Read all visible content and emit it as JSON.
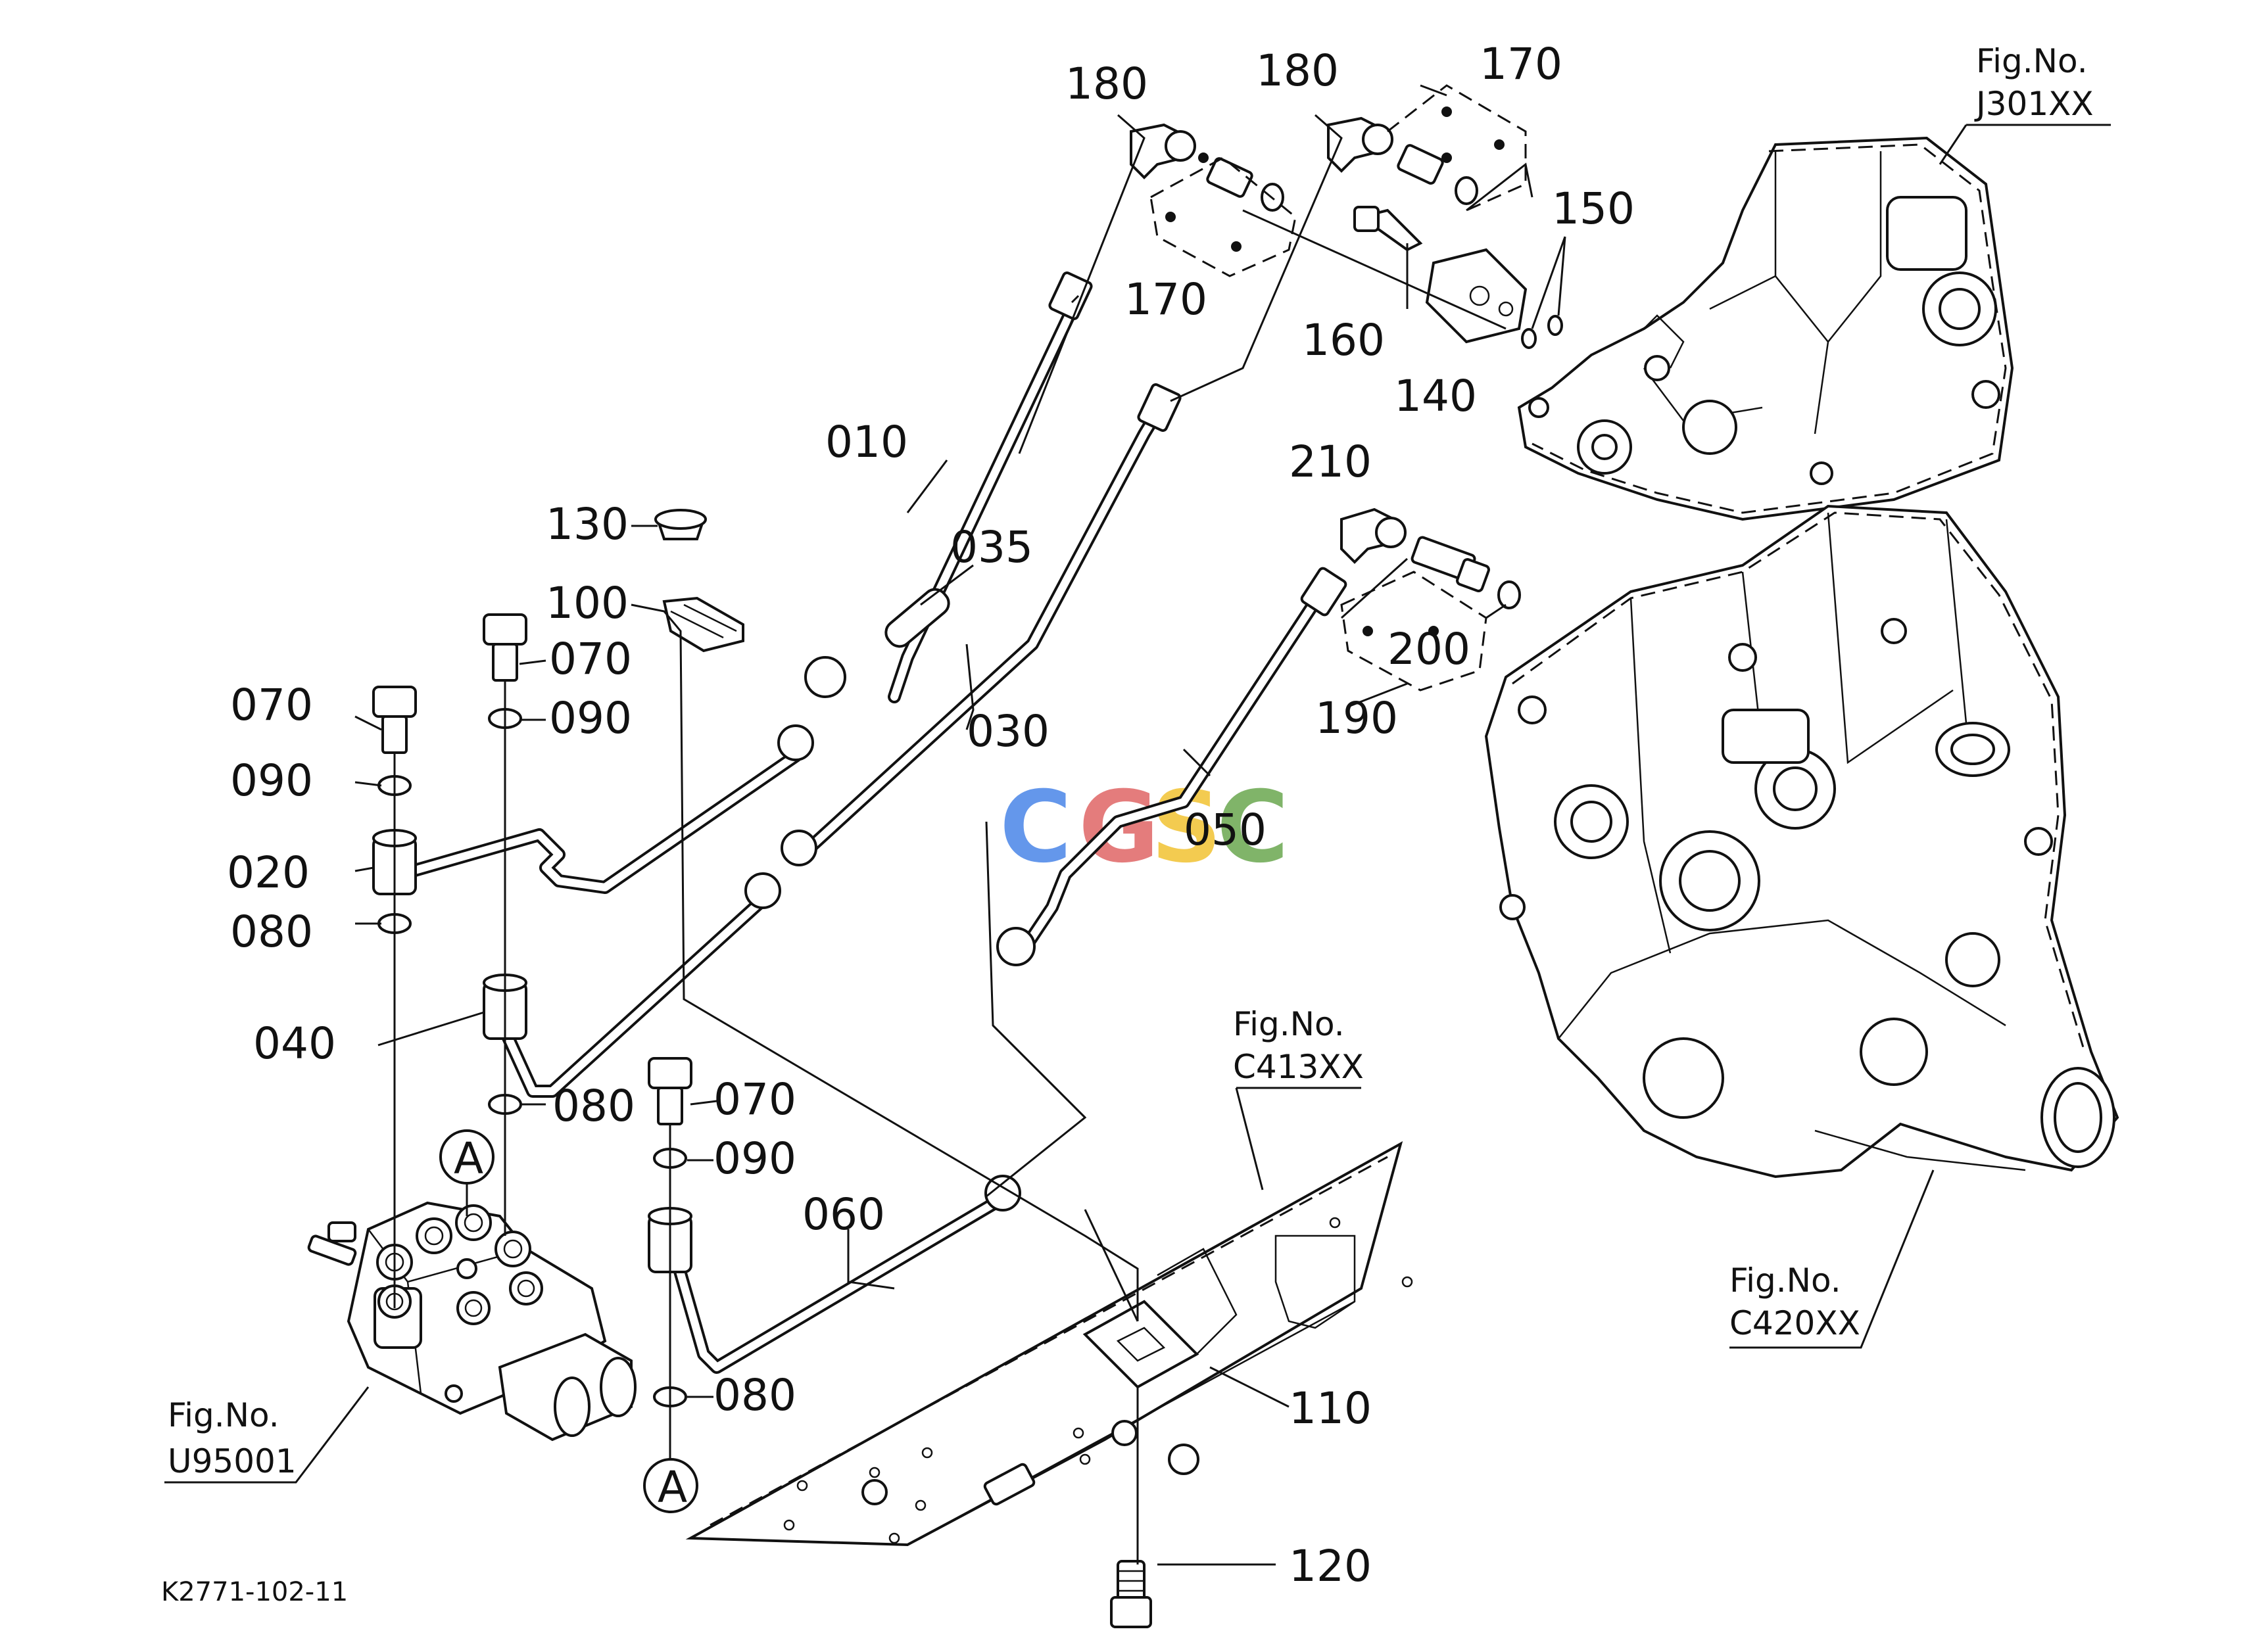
{
  "document_code": "K2771-102-11",
  "watermark": {
    "letters": [
      "C",
      "G",
      "S",
      "C"
    ],
    "colors": [
      "#4a86e8",
      "#e06666",
      "#f1c232",
      "#6aa84f"
    ]
  },
  "figure_refs": [
    {
      "id": "j301",
      "line1": "Fig.No.",
      "line2": "J301XX"
    },
    {
      "id": "c413",
      "line1": "Fig.No.",
      "line2": "C413XX"
    },
    {
      "id": "c420",
      "line1": "Fig.No.",
      "line2": "C420XX"
    },
    {
      "id": "u950",
      "line1": "Fig.No.",
      "line2": "U95001"
    }
  ],
  "callouts": {
    "p180a": "180",
    "p180b": "180",
    "p170a": "170",
    "p170b": "170",
    "p150": "150",
    "p160": "160",
    "p140": "140",
    "p010": "010",
    "p035": "035",
    "p130": "130",
    "p100": "100",
    "p070a": "070",
    "p070b": "070",
    "p070c": "070",
    "p090a": "090",
    "p090b": "090",
    "p090c": "090",
    "p020": "020",
    "p080a": "080",
    "p080b": "080",
    "p080c": "080",
    "p040": "040",
    "p030": "030",
    "p050": "050",
    "p060": "060",
    "p210": "210",
    "p200": "200",
    "p190": "190",
    "p110": "110",
    "p120": "120"
  },
  "markers": {
    "a_top": "A",
    "a_bottom": "A"
  }
}
